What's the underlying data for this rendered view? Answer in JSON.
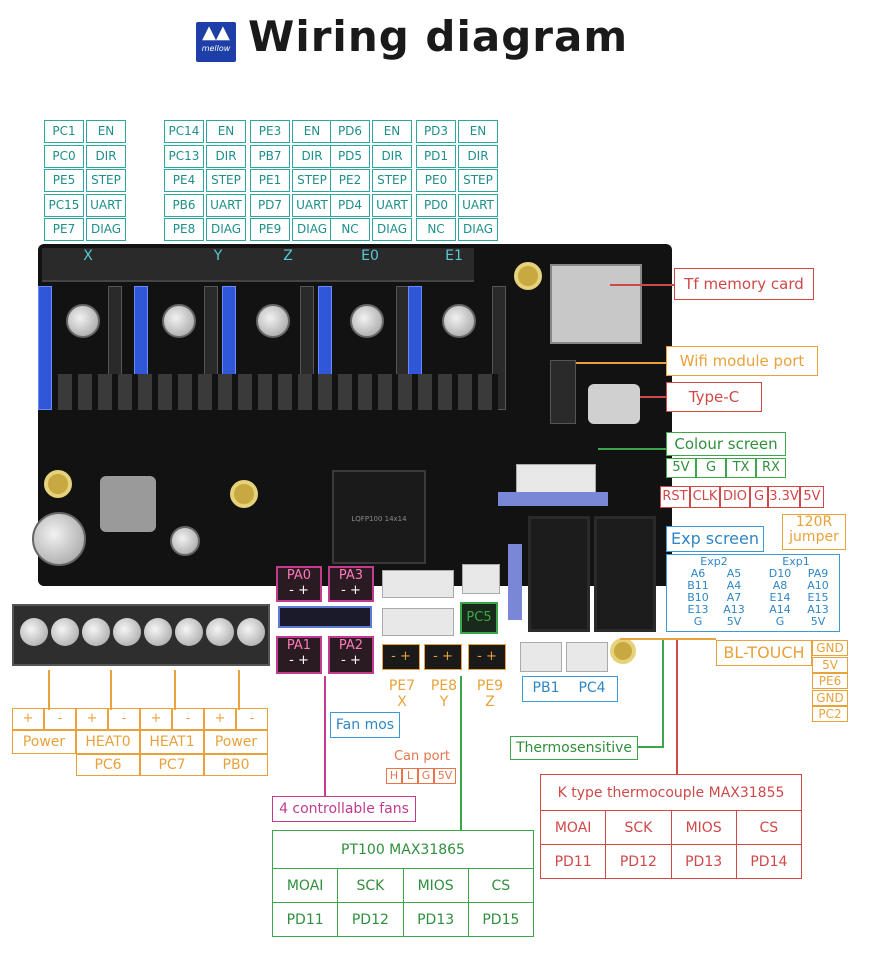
{
  "header": {
    "title": "Wiring diagram",
    "logo_text": "mellow"
  },
  "drivers": [
    {
      "label": "X",
      "rows": [
        [
          "PC1",
          "EN"
        ],
        [
          "PC0",
          "DIR"
        ],
        [
          "PE5",
          "STEP"
        ],
        [
          "PC15",
          "UART"
        ],
        [
          "PE7",
          "DIAG"
        ]
      ]
    },
    {
      "label": "Y",
      "rows": [
        [
          "PC14",
          "EN"
        ],
        [
          "PC13",
          "DIR"
        ],
        [
          "PE4",
          "STEP"
        ],
        [
          "PB6",
          "UART"
        ],
        [
          "PE8",
          "DIAG"
        ]
      ]
    },
    {
      "label": "Z",
      "rows": [
        [
          "PE3",
          "EN"
        ],
        [
          "PB7",
          "DIR"
        ],
        [
          "PE1",
          "STEP"
        ],
        [
          "PD7",
          "UART"
        ],
        [
          "PE9",
          "DIAG"
        ]
      ]
    },
    {
      "label": "E0",
      "rows": [
        [
          "PD6",
          "EN"
        ],
        [
          "PD5",
          "DIR"
        ],
        [
          "PE2",
          "STEP"
        ],
        [
          "PD4",
          "UART"
        ],
        [
          "NC",
          "DIAG"
        ]
      ]
    },
    {
      "label": "E1",
      "rows": [
        [
          "PD3",
          "EN"
        ],
        [
          "PD1",
          "DIR"
        ],
        [
          "PE0",
          "STEP"
        ],
        [
          "PD0",
          "UART"
        ],
        [
          "NC",
          "DIAG"
        ]
      ]
    }
  ],
  "right_labels": {
    "tf_card": "Tf memory card",
    "wifi": "Wifi module port",
    "typec": "Type-C",
    "colour_screen": "Colour screen",
    "colour_pins": [
      "5V",
      "G",
      "TX",
      "RX"
    ],
    "rst_row": [
      "RST",
      "CLK",
      "DIO",
      "G",
      "3.3V",
      "5V"
    ],
    "jumper": "120R jumper",
    "exp_screen": "Exp screen",
    "exp2_title": "Exp2",
    "exp1_title": "Exp1",
    "exp2_rows": [
      [
        "A6",
        "A5"
      ],
      [
        "B11",
        "A4"
      ],
      [
        "B10",
        "A7"
      ],
      [
        "E13",
        "A13"
      ],
      [
        "G",
        "5V"
      ]
    ],
    "exp1_rows": [
      [
        "D10",
        "PA9"
      ],
      [
        "A8",
        "A10"
      ],
      [
        "E14",
        "E15"
      ],
      [
        "A14",
        "A13"
      ],
      [
        "G",
        "5V"
      ]
    ],
    "bltouch": "BL-TOUCH",
    "bltouch_pins": [
      "GND",
      "5V",
      "PE6",
      "GND",
      "PC2"
    ]
  },
  "board_labels": {
    "mcu": "LQFP100 14x14",
    "pa0": "PA0",
    "pa3": "PA3",
    "pa1": "PA1",
    "pa2": "PA2",
    "pc5": "PC5",
    "plus": "+",
    "minus": "-",
    "pin_pair": "- +"
  },
  "power": {
    "signs": [
      "+",
      "-",
      "+",
      "-",
      "+",
      "-",
      "+",
      "-"
    ],
    "names": [
      "Power",
      "HEAT0",
      "HEAT1",
      "Power"
    ],
    "pins": [
      "",
      "PC6",
      "PC7",
      "PB0"
    ]
  },
  "endstops": [
    {
      "pin": "PE7",
      "axis": "X"
    },
    {
      "pin": "PE8",
      "axis": "Y"
    },
    {
      "pin": "PE9",
      "axis": "Z"
    }
  ],
  "probe_ports": [
    "PB1",
    "PC4"
  ],
  "fan_mos": "Fan mos",
  "can_port": {
    "label": "Can port",
    "pins": [
      "H",
      "L",
      "G",
      "5V"
    ]
  },
  "fans": "4 controllable fans",
  "thermosensitive": "Thermosensitive",
  "pt100": {
    "title": "PT100  MAX31865",
    "headers": [
      "MOAI",
      "SCK",
      "MIOS",
      "CS"
    ],
    "values": [
      "PD11",
      "PD12",
      "PD13",
      "PD15"
    ]
  },
  "ktype": {
    "title": "K type thermocouple MAX31855",
    "headers": [
      "MOAI",
      "SCK",
      "MIOS",
      "CS"
    ],
    "values": [
      "PD11",
      "PD12",
      "PD13",
      "PD14"
    ]
  }
}
